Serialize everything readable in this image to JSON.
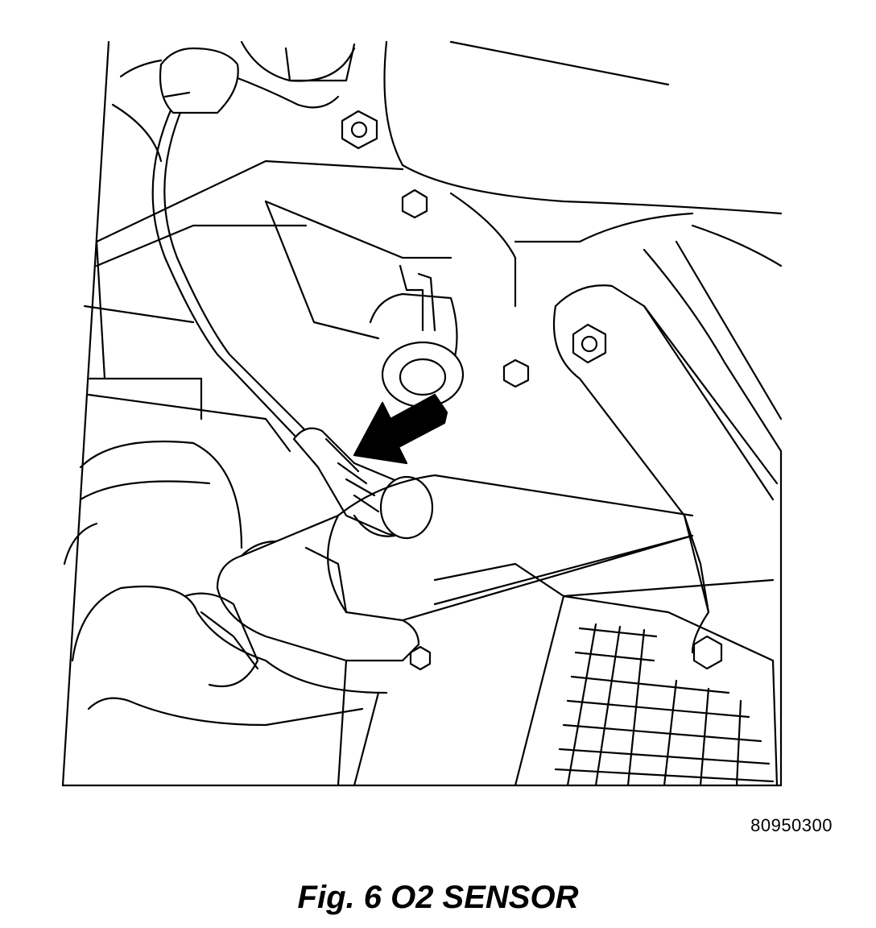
{
  "figure": {
    "reference_number": "80950300",
    "caption": "Fig. 6 O2 SENSOR"
  },
  "illustration": {
    "subject": "o2-sensor-installed-on-exhaust-pipe",
    "callout": "arrow-pointing-to-sensor",
    "colors": {
      "ink": "#000000",
      "paper": "#ffffff"
    }
  }
}
